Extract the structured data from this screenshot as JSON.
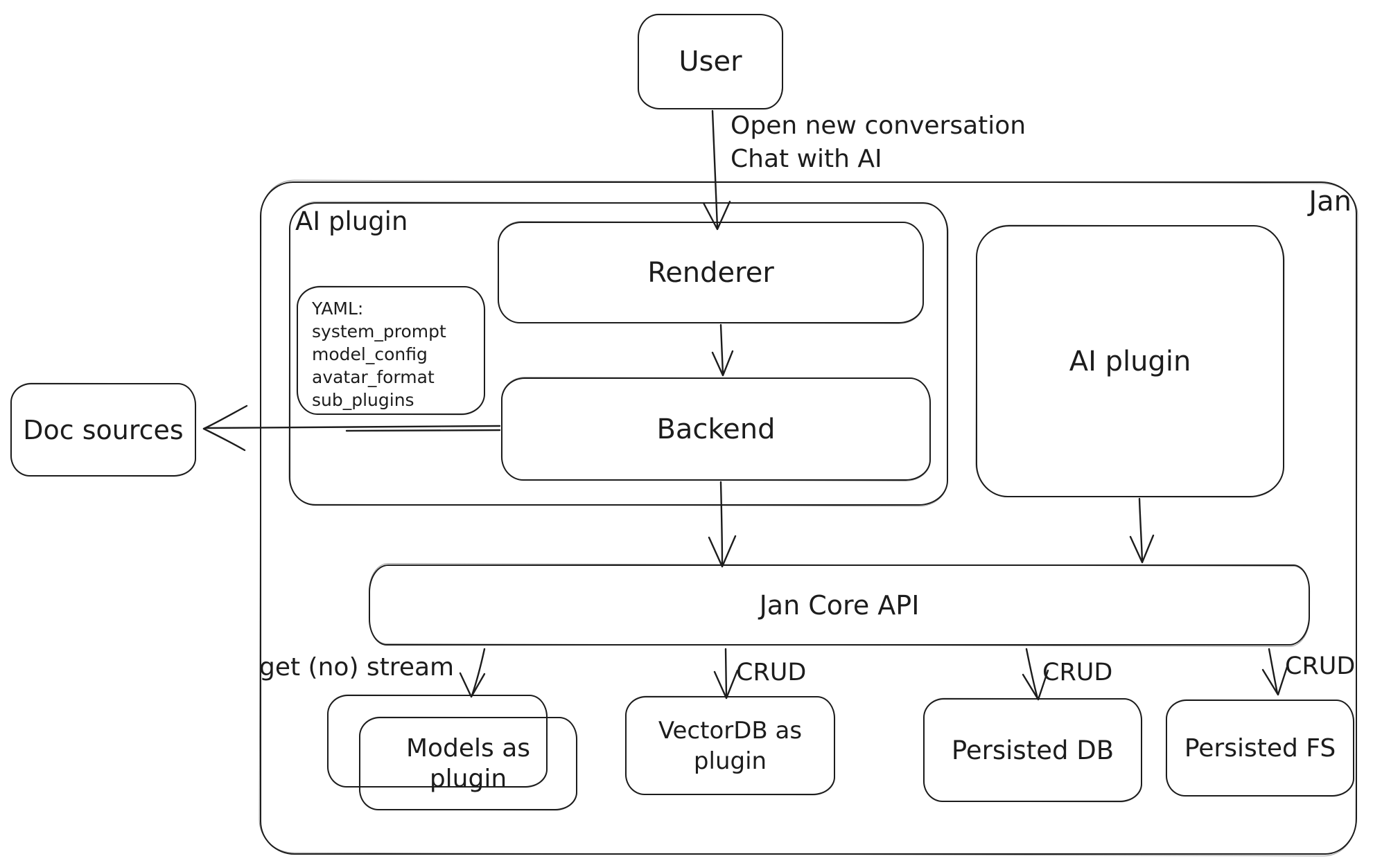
{
  "nodes": {
    "user": "User",
    "jan_container": "Jan",
    "ai_plugin_container": "AI plugin",
    "renderer": "Renderer",
    "backend": "Backend",
    "ai_plugin_box": "AI plugin",
    "doc_sources": "Doc sources",
    "jan_core_api": "Jan Core API",
    "models_as_plugin": "Models as plugin",
    "vectordb_as_plugin": "VectorDB as plugin",
    "persisted_db": "Persisted DB",
    "persisted_fs": "Persisted FS"
  },
  "note": {
    "lines": [
      "YAML:",
      "system_prompt",
      "model_config",
      "avatar_format",
      "sub_plugins"
    ]
  },
  "edges": [
    {
      "id": "user-to-renderer",
      "from": "User",
      "to": "Renderer",
      "labels": [
        "Open new conversation",
        "Chat with AI"
      ]
    },
    {
      "id": "renderer-to-backend",
      "from": "Renderer",
      "to": "Backend",
      "labels": []
    },
    {
      "id": "backend-to-doc-sources",
      "from": "Backend",
      "to": "Doc sources",
      "labels": []
    },
    {
      "id": "backend-to-jan-core-api",
      "from": "Backend",
      "to": "Jan Core API",
      "labels": []
    },
    {
      "id": "ai-plugin-to-jan-core-api",
      "from": "AI plugin",
      "to": "Jan Core API",
      "labels": []
    },
    {
      "id": "jan-core-api-to-models",
      "from": "Jan Core API",
      "to": "Models as plugin",
      "labels": [
        "get (no) stream"
      ]
    },
    {
      "id": "jan-core-api-to-vectordb",
      "from": "Jan Core API",
      "to": "VectorDB as plugin",
      "labels": [
        "CRUD"
      ]
    },
    {
      "id": "jan-core-api-to-persisted-db",
      "from": "Jan Core API",
      "to": "Persisted DB",
      "labels": [
        "CRUD"
      ]
    },
    {
      "id": "jan-core-api-to-persisted-fs",
      "from": "Jan Core API",
      "to": "Persisted FS",
      "labels": [
        "CRUD"
      ]
    }
  ],
  "colors": {
    "stroke": "#1c1c1c",
    "background": "#ffffff"
  }
}
